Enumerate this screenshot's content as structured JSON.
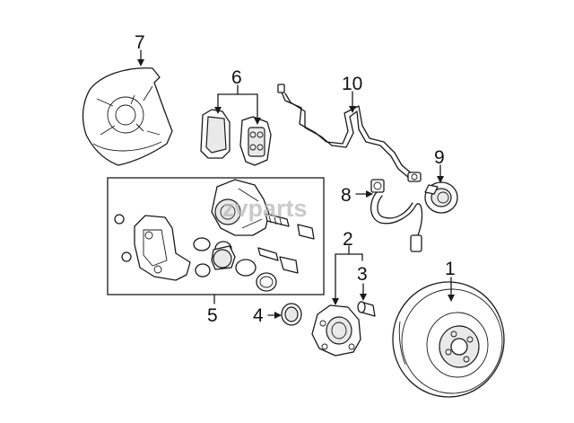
{
  "watermark": "zvparts",
  "callouts": [
    {
      "id": "1",
      "label": "1"
    },
    {
      "id": "2",
      "label": "2"
    },
    {
      "id": "3",
      "label": "3"
    },
    {
      "id": "4",
      "label": "4"
    },
    {
      "id": "5",
      "label": "5"
    },
    {
      "id": "6",
      "label": "6"
    },
    {
      "id": "7",
      "label": "7"
    },
    {
      "id": "8",
      "label": "8"
    },
    {
      "id": "9",
      "label": "9"
    },
    {
      "id": "10",
      "label": "10"
    }
  ]
}
